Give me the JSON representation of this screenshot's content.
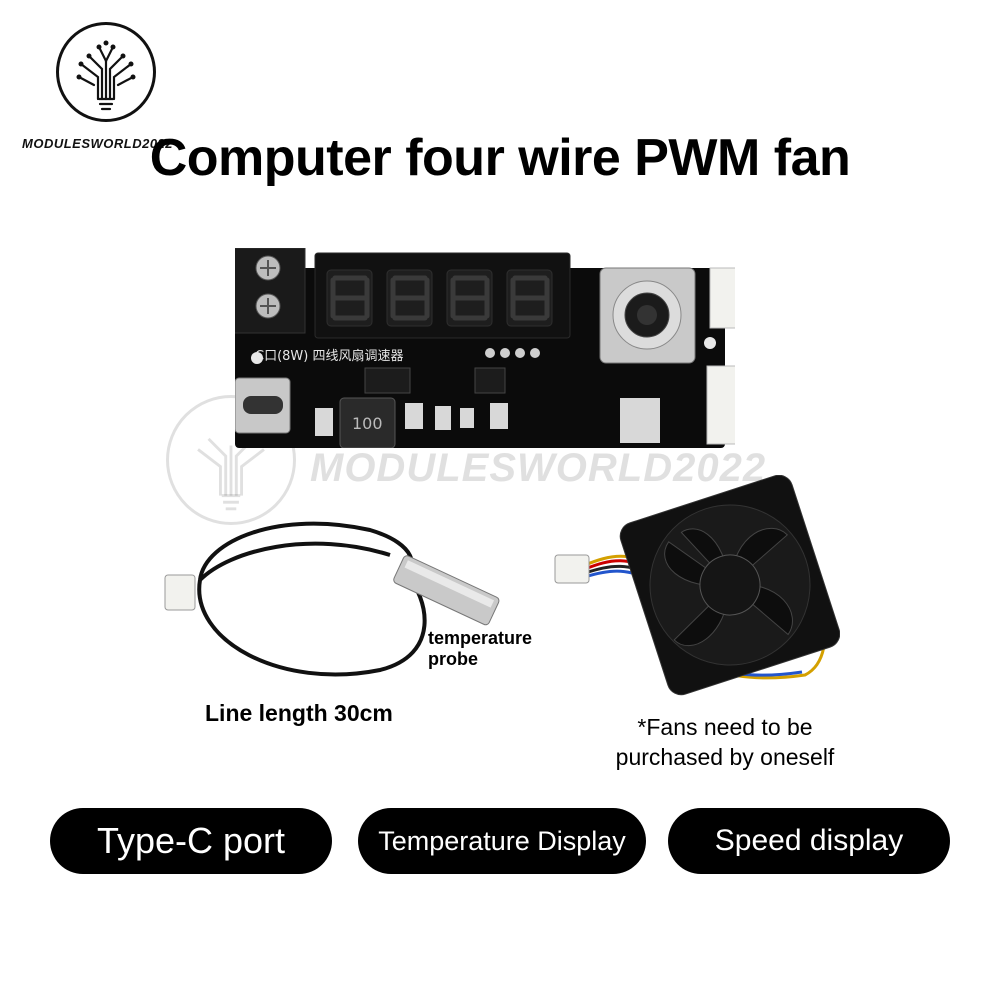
{
  "brand": {
    "logo_text": "MODULESWORLD2022",
    "watermark_text": "MODULESWORLD2022"
  },
  "title": "Computer four wire PWM fan",
  "board": {
    "silk_label": "C口(8W)  四线风扇调速器",
    "inductor_label": "100",
    "display_glyphs": "8.8.8.8."
  },
  "probe": {
    "label_line1": "temperature",
    "label_line2": "probe",
    "line_length": "Line length 30cm"
  },
  "fan": {
    "note_line1": "*Fans need to be",
    "note_line2": "purchased by oneself"
  },
  "features": [
    {
      "label": "Type-C port"
    },
    {
      "label": "Temperature Display"
    },
    {
      "label": "Speed display"
    }
  ],
  "colors": {
    "board": "#0b0b0b",
    "display_segment": "#1c1c1c",
    "connector": "#f2f2ee",
    "pill_bg": "#000000",
    "pill_text": "#ffffff"
  }
}
